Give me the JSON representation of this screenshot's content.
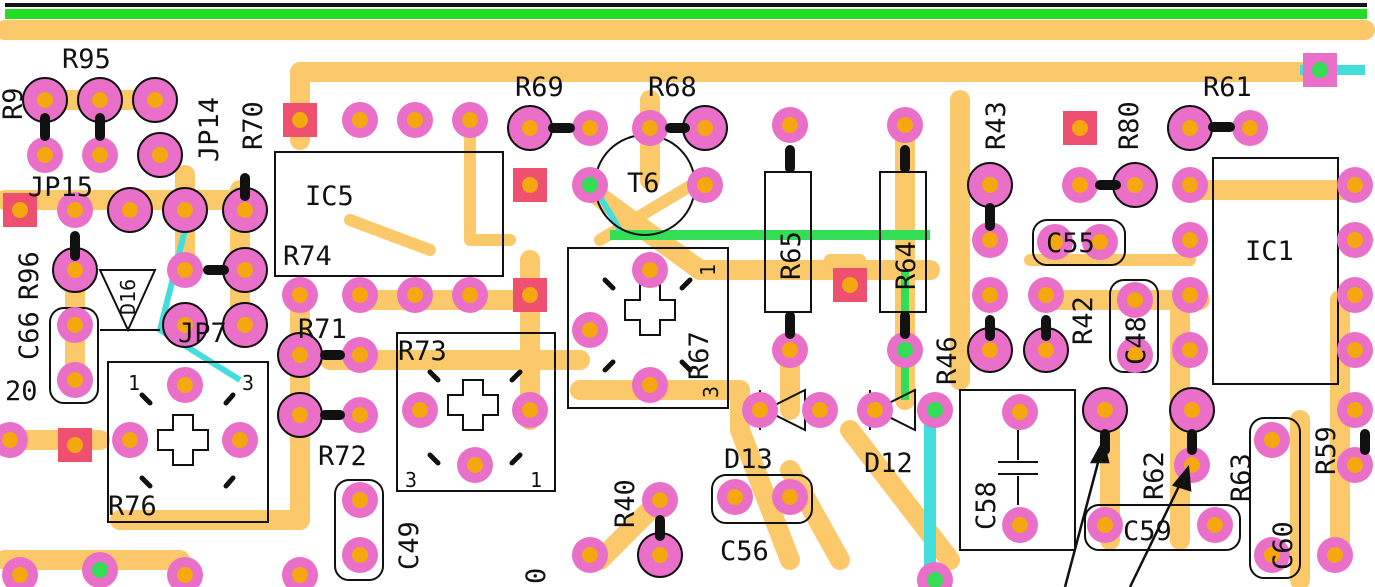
{
  "colors": {
    "trace": "#fbc86a",
    "pad": "#e96fc8",
    "pad_square": "#f0506f",
    "hole": "#f4a70f",
    "top_rail": "#22dd22",
    "green_trace": "#33dd55",
    "cyan_trace": "#44dddd",
    "outline": "#111111"
  },
  "labels": {
    "R95": "R95",
    "JP14": "JP14",
    "R70": "R70",
    "JP15": "JP15",
    "R96": "R96",
    "D16": "D16",
    "JP7": "JP7",
    "C66": "C66",
    "C20": "20",
    "IC5": "IC5",
    "R74": "R74",
    "R71": "R71",
    "R72": "R72",
    "R73": "R73",
    "R76": "R76",
    "C49": "C49",
    "R69": "R69",
    "R68": "R68",
    "T6": "T6",
    "R67": "R67",
    "R65": "R65",
    "R64": "R64",
    "R40": "R40",
    "D13": "D13",
    "D12": "D12",
    "C56": "C56",
    "R46": "R46",
    "R43": "R43",
    "R42": "R42",
    "C55": "C55",
    "C48": "C48",
    "R80": "R80",
    "R61": "R61",
    "IC1": "IC1",
    "C58": "C58",
    "R62": "R62",
    "R63": "R63",
    "C59": "C59",
    "C60": "C60",
    "R59": "R59",
    "R9x": "R9",
    "pot_pin_1": "1",
    "pot_pin_3": "3",
    "partial_0": "0"
  }
}
